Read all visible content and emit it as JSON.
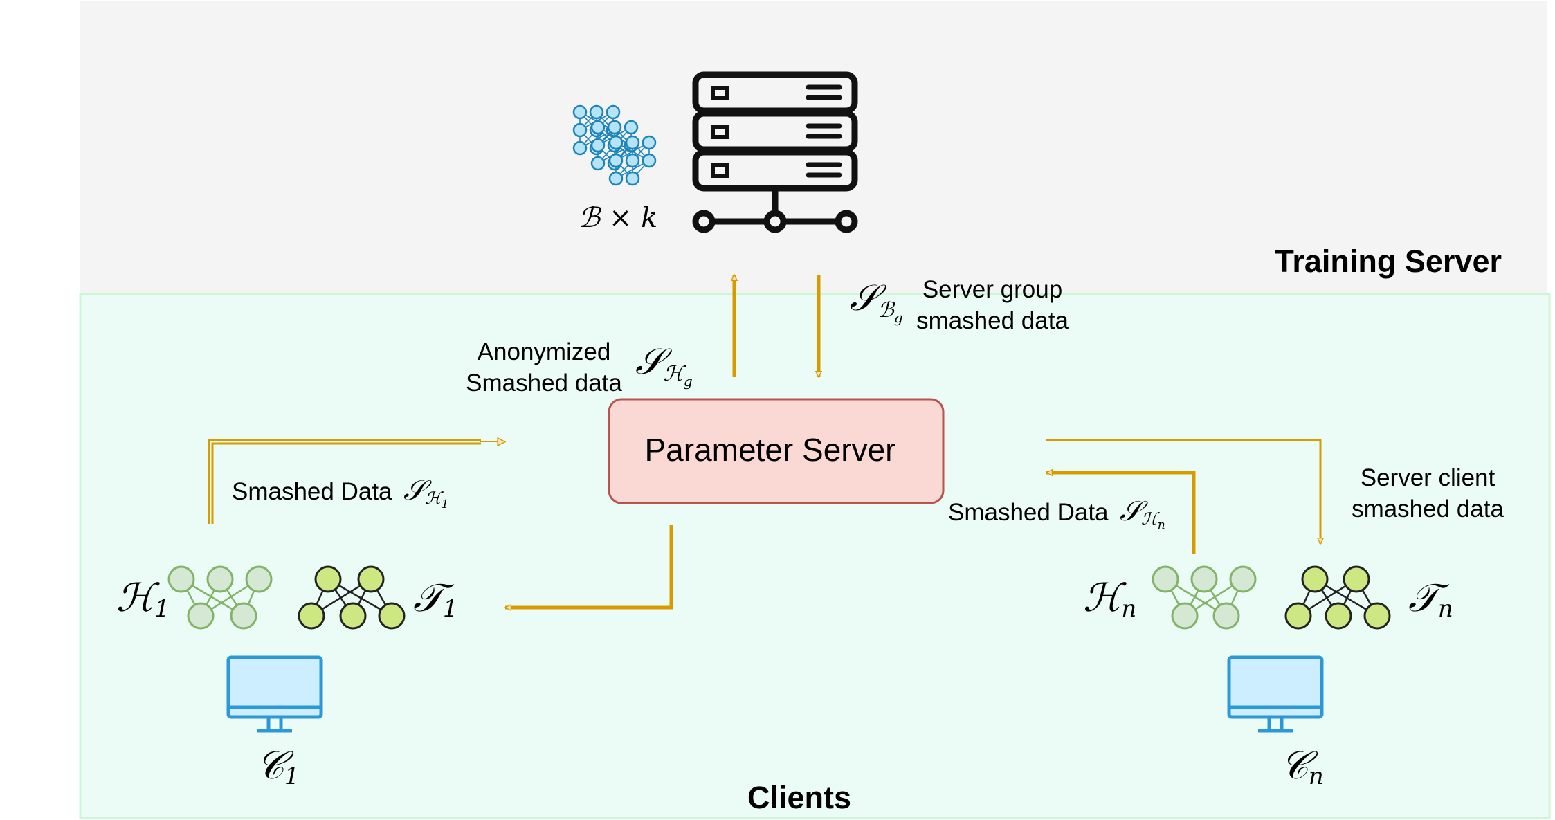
{
  "regions": {
    "training_server": {
      "label": "Training Server",
      "fill": "#f4f4f4"
    },
    "clients": {
      "label": "Clients",
      "fill": "#ebfcf6",
      "stroke": "#ccf7d7"
    }
  },
  "parameter_server": {
    "label": "Parameter Server",
    "fill": "#fad9d5",
    "stroke": "#b85450"
  },
  "training_node": {
    "model_label": {
      "base": "ℬ × k"
    }
  },
  "arrows": {
    "color": "#d79b00",
    "head_fill": "#ffe2b8"
  },
  "flows": {
    "anonymized": {
      "line1": "Anonymized",
      "line2": "Smashed data",
      "symbol_base": "𝒮",
      "symbol_sub": "ℋ",
      "symbol_subsub": "g"
    },
    "server_group": {
      "symbol_base": "𝒮",
      "symbol_sub": "ℬ",
      "symbol_subsub": "g",
      "line1": "Server group",
      "line2": "smashed data"
    },
    "client1_smashed": {
      "text": "Smashed Data",
      "symbol_base": "𝒮",
      "symbol_sub": "ℋ",
      "symbol_subsub": "1"
    },
    "clientn_smashed": {
      "text": "Smashed Data",
      "symbol_base": "𝒮",
      "symbol_sub": "ℋ",
      "symbol_subsub": "n"
    },
    "server_client": {
      "line1": "Server client",
      "line2": "smashed data"
    }
  },
  "client_1": {
    "head": {
      "base": "ℋ",
      "sub": "1"
    },
    "tail": {
      "base": "𝒯",
      "sub": "1"
    },
    "computer": {
      "base": "𝒞",
      "sub": "1"
    }
  },
  "client_n": {
    "head": {
      "base": "ℋ",
      "sub": "n"
    },
    "tail": {
      "base": "𝒯",
      "sub": "n"
    },
    "computer": {
      "base": "𝒞",
      "sub": "n"
    }
  },
  "colors": {
    "nn_blue_fill": "#b6e3f5",
    "nn_blue_stroke": "#1b84b8",
    "head_fill": "#d5e8d4",
    "head_stroke": "#82b366",
    "tail_fill": "#cde882",
    "tail_stroke": "#222222",
    "monitor_fill": "#cceeff",
    "monitor_stroke": "#2d98d8"
  }
}
